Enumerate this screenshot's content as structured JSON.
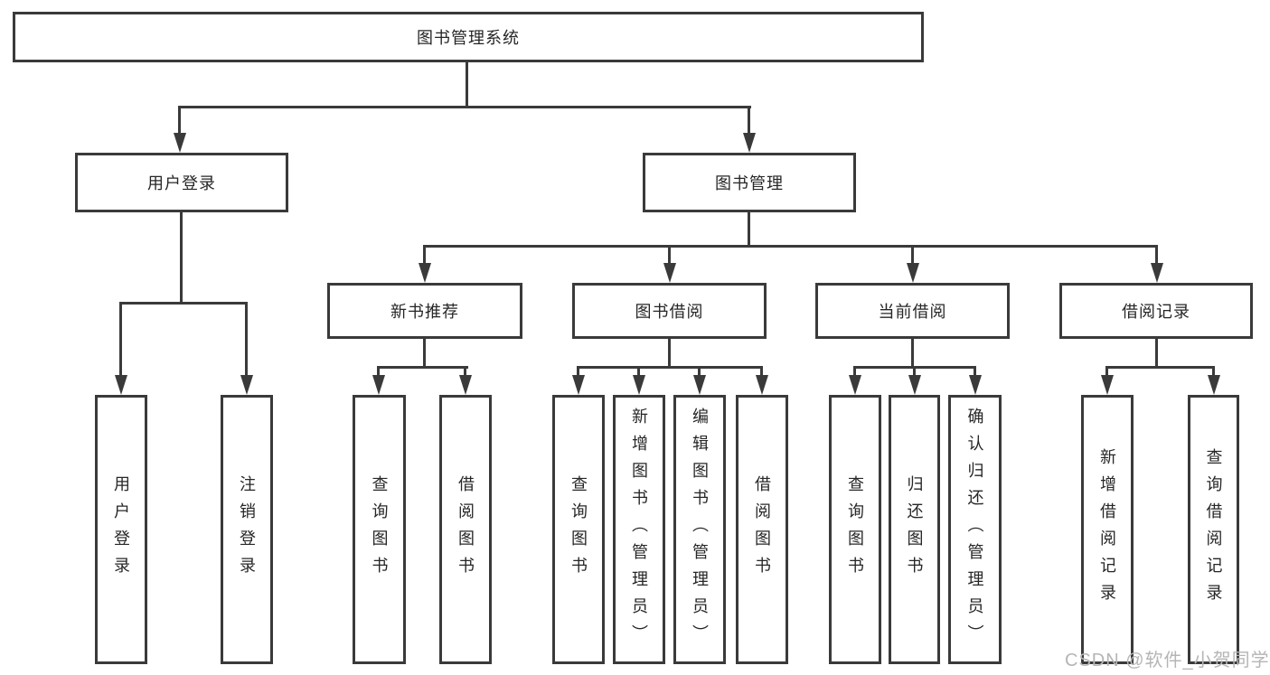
{
  "diagram_title": "图书管理系统",
  "tree": {
    "root": {
      "label": "图书管理系统",
      "children": [
        {
          "label": "用户登录",
          "children": [
            {
              "label": "用户登录"
            },
            {
              "label": "注销登录"
            }
          ]
        },
        {
          "label": "图书管理",
          "children": [
            {
              "label": "新书推荐",
              "children": [
                {
                  "label": "查询图书"
                },
                {
                  "label": "借阅图书"
                }
              ]
            },
            {
              "label": "图书借阅",
              "children": [
                {
                  "label": "查询图书"
                },
                {
                  "label": "新增图书（管理员）"
                },
                {
                  "label": "编辑图书（管理员）"
                },
                {
                  "label": "借阅图书"
                }
              ]
            },
            {
              "label": "当前借阅",
              "children": [
                {
                  "label": "查询图书"
                },
                {
                  "label": "归还图书"
                },
                {
                  "label": "确认归还（管理员）"
                }
              ]
            },
            {
              "label": "借阅记录",
              "children": [
                {
                  "label": "新增借阅记录"
                },
                {
                  "label": "查询借阅记录"
                }
              ]
            }
          ]
        }
      ]
    }
  },
  "watermark": {
    "text": "CSDN @软件_小贺同学"
  },
  "colors": {
    "line": "#3a3a3a",
    "text": "#262626",
    "box_bg": "#ffffff",
    "page_bg": "#ffffff",
    "watermark": "#b5b5b5"
  }
}
